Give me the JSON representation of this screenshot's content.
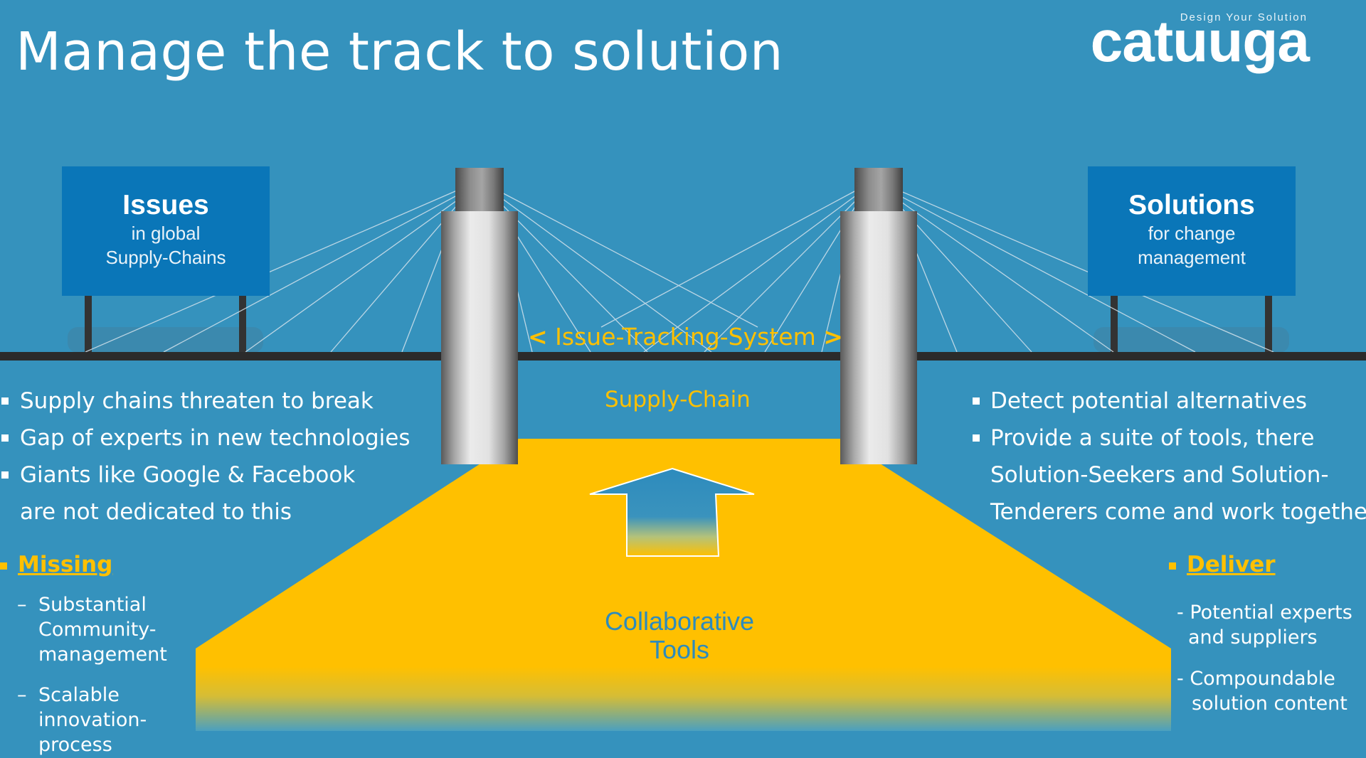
{
  "slide": {
    "title": "Manage the track to solution"
  },
  "logo": {
    "name": "catuuga",
    "tagline": "Design Your Solution"
  },
  "signs": {
    "issues": {
      "heading": "Issues",
      "line1": "in global",
      "line2": "Supply-Chains"
    },
    "solutions": {
      "heading": "Solutions",
      "line1": "for change",
      "line2": "management"
    }
  },
  "bridge": {
    "tracking_open": "<",
    "tracking_label": "Issue-Tracking-System",
    "tracking_close": ">",
    "supply_chain_label": "Supply-Chain",
    "road_label_line1": "Collaborative",
    "road_label_line2": "Tools"
  },
  "left": {
    "bullets": [
      "Supply chains threaten to break",
      "Gap of experts in new technologies",
      "Giants like Google & Facebook",
      "are not dedicated to this"
    ],
    "missing": {
      "heading": "Missing",
      "item1_marker": "–",
      "item1_line1": "Substantial",
      "item1_line2": "Community-",
      "item1_line3": "management",
      "item2_marker": "–",
      "item2_line1": "Scalable",
      "item2_line2": "innovation-",
      "item2_line3": "process"
    }
  },
  "right": {
    "bullets": [
      "Detect potential alternatives",
      "Provide a suite of tools, there",
      "Solution-Seekers and Solution-",
      "Tenderers come and work together"
    ],
    "deliver": {
      "heading": "Deliver",
      "item1_line1": "- Potential experts",
      "item1_line2": "and suppliers",
      "item2_line1": "- Compoundable",
      "item2_line2": "solution content"
    }
  },
  "colors": {
    "background": "#3592bd",
    "sign": "#0a76b8",
    "accent_yellow": "#ffc000",
    "deck": "#2b2b2b",
    "text": "#ffffff"
  }
}
